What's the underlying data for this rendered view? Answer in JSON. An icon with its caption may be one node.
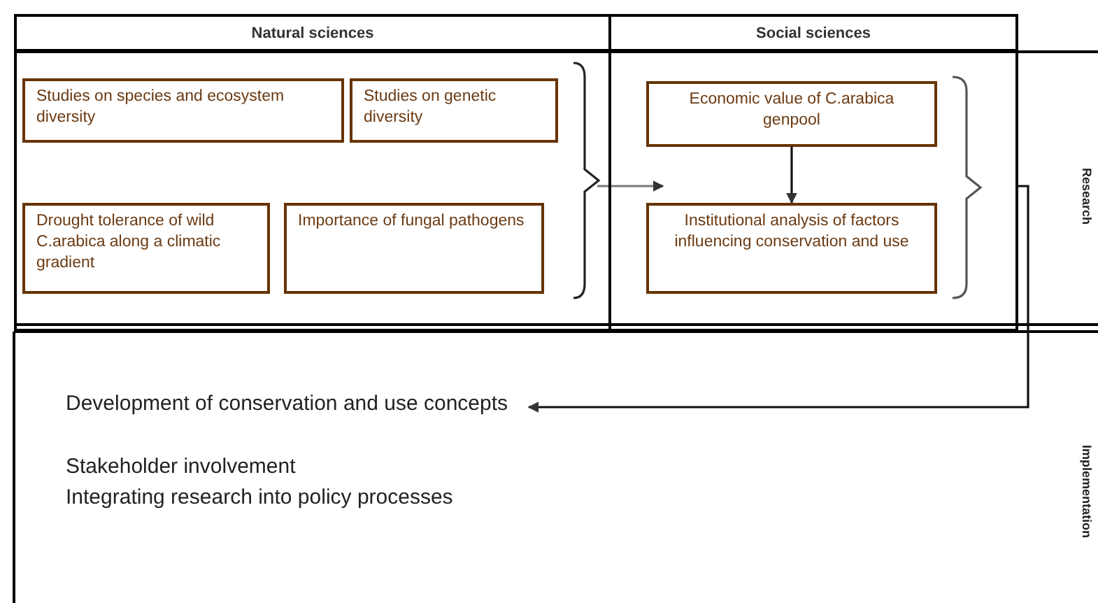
{
  "diagram": {
    "nodes": [
      {
        "text": [
          "Natural sciences"
        ]
      },
      {
        "text": [
          "Studies on species and ecosystem diversity"
        ],
        "in": 0
      },
      {
        "text": [
          "Studies on genetic diversity"
        ],
        "in": 0
      },
      {
        "text": [
          "Drought tolerance of wild C.arabica along a climatic gradient"
        ],
        "in": 0
      },
      {
        "text": [
          "Importance of fungal pathogens"
        ],
        "in": 0
      },
      {
        "text": [
          "Social sciences"
        ]
      },
      {
        "text": [
          "Economic value of C.arabica genpool"
        ],
        "in": 5
      },
      {
        "text": [
          "Institutional analysis of factors influencing conservation and use"
        ],
        "in": 5
      },
      {
        "text": [
          "Development of conservation and use concepts"
        ]
      }
    ],
    "edges": [
      {
        "from": 0,
        "to": 7,
        "arrow": "to",
        "color": "#777777"
      },
      {
        "from": 6,
        "to": 7,
        "arrow": "to"
      },
      {
        "from": 5,
        "to": 8,
        "arrow": "to"
      }
    ],
    "labels": [
      "Research",
      "Implementation",
      "Stakeholder involvement",
      "Integrating research into policy processes"
    ]
  }
}
